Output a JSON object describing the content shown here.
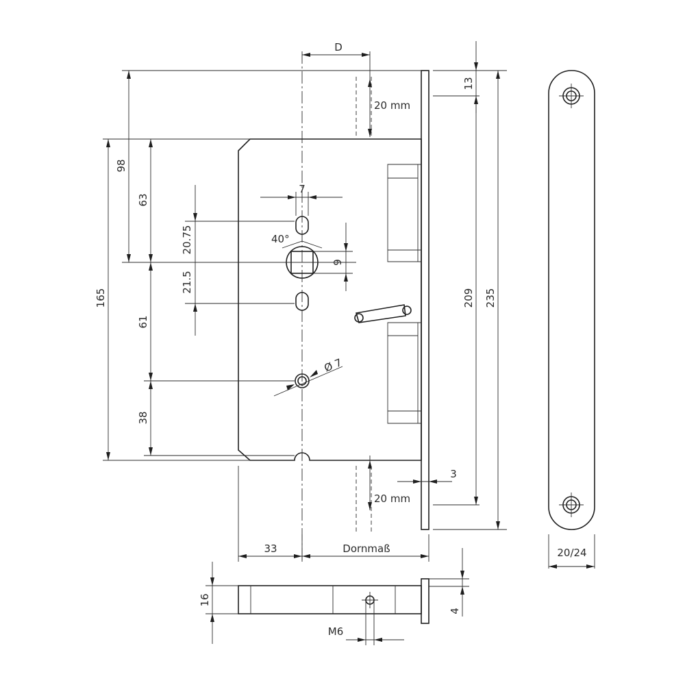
{
  "diagram": {
    "labels": {
      "backset": "D",
      "top_travel": "20 mm",
      "bottom_travel": "20 mm",
      "spindle_hole_spacing": "7",
      "follower_angle": "40°",
      "follower_square": "9",
      "dim_20_75": "20.75",
      "dim_21_5": "21.5",
      "dim_98": "98",
      "dim_63": "63",
      "dim_165": "165",
      "dim_61": "61",
      "dim_38": "38",
      "dim_13": "13",
      "dim_209": "209",
      "dim_235": "235",
      "faceplate_thickness": "3",
      "hole_diameter": "Ø 7",
      "case_edge": "33",
      "dornmass": "Dornmaß",
      "case_depth": "16",
      "faceplate_edge": "4",
      "screw_thread": "M6",
      "faceplate_width": "20/24"
    }
  }
}
